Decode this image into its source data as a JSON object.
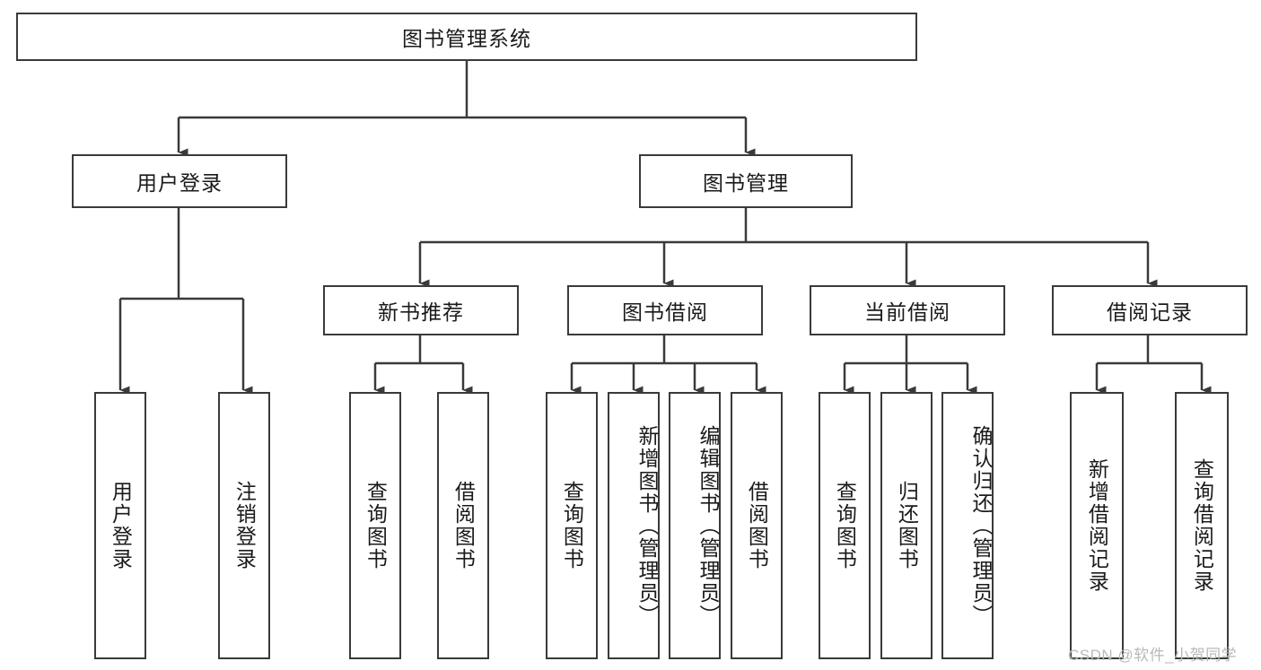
{
  "diagram": {
    "title": "图书管理系统",
    "type": "hierarchy-tree",
    "root": {
      "id": "root",
      "label": "图书管理系统",
      "orientation": "horizontal"
    },
    "level2": [
      {
        "id": "user-login",
        "label": "用户登录",
        "orientation": "horizontal"
      },
      {
        "id": "book-manage",
        "label": "图书管理",
        "orientation": "horizontal"
      }
    ],
    "level3": [
      {
        "id": "new-book-rec",
        "label": "新书推荐",
        "orientation": "horizontal",
        "parent": "book-manage"
      },
      {
        "id": "book-borrow",
        "label": "图书借阅",
        "orientation": "horizontal",
        "parent": "book-manage"
      },
      {
        "id": "current-borrow",
        "label": "当前借阅",
        "orientation": "horizontal",
        "parent": "book-manage"
      },
      {
        "id": "borrow-record",
        "label": "借阅记录",
        "orientation": "horizontal",
        "parent": "book-manage"
      }
    ],
    "leaves": [
      {
        "id": "leaf-user-login",
        "label": "用户登录",
        "parent": "user-login",
        "orientation": "vertical"
      },
      {
        "id": "leaf-logout",
        "label": "注销登录",
        "parent": "user-login",
        "orientation": "vertical"
      },
      {
        "id": "leaf-query-book-1",
        "label": "查询图书",
        "parent": "new-book-rec",
        "orientation": "vertical"
      },
      {
        "id": "leaf-borrow-book-1",
        "label": "借阅图书",
        "parent": "new-book-rec",
        "orientation": "vertical"
      },
      {
        "id": "leaf-query-book-2",
        "label": "查询图书",
        "parent": "book-borrow",
        "orientation": "vertical"
      },
      {
        "id": "leaf-add-book",
        "label": "新增图书（管理员）",
        "parent": "book-borrow",
        "orientation": "vertical"
      },
      {
        "id": "leaf-edit-book",
        "label": "编辑图书（管理员）",
        "parent": "book-borrow",
        "orientation": "vertical"
      },
      {
        "id": "leaf-borrow-book-2",
        "label": "借阅图书",
        "parent": "book-borrow",
        "orientation": "vertical"
      },
      {
        "id": "leaf-query-book-3",
        "label": "查询图书",
        "parent": "current-borrow",
        "orientation": "vertical"
      },
      {
        "id": "leaf-return-book",
        "label": "归还图书",
        "parent": "current-borrow",
        "orientation": "vertical"
      },
      {
        "id": "leaf-confirm-return",
        "label": "确认归还（管理员）",
        "parent": "current-borrow",
        "orientation": "vertical"
      },
      {
        "id": "leaf-add-record",
        "label": "新增借阅记录",
        "parent": "borrow-record",
        "orientation": "vertical"
      },
      {
        "id": "leaf-query-record",
        "label": "查询借阅记录",
        "parent": "borrow-record",
        "orientation": "vertical"
      }
    ]
  },
  "watermark": {
    "text": "CSDN @软件_小贺同学"
  },
  "colors": {
    "border": "#3a3a3a",
    "connector": "#3a3a3a",
    "background": "#ffffff",
    "text": "#1a1a1a",
    "watermark": "#b9b9b9"
  }
}
